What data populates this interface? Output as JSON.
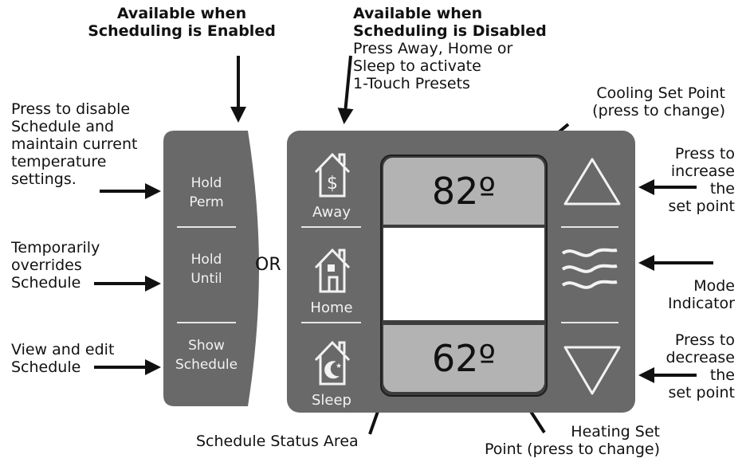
{
  "top_labels": {
    "enabled": [
      "Available when",
      "Scheduling is Enabled"
    ],
    "disabled_title": [
      "Available when",
      "Scheduling is Disabled"
    ],
    "disabled_desc": [
      "Press Away, Home or",
      "Sleep to activate",
      "1-Touch Presets"
    ]
  },
  "left_callouts": {
    "hold_perm": [
      "Press to disable",
      "Schedule and",
      "maintain current",
      "temperature",
      "settings."
    ],
    "hold_until": [
      "Temporarily",
      "overrides",
      "Schedule"
    ],
    "show_schedule": [
      "View and edit",
      "Schedule"
    ]
  },
  "schedule_panel": {
    "hold_perm": [
      "Hold",
      "Perm"
    ],
    "hold_until": [
      "Hold",
      "Until"
    ],
    "show_schedule": [
      "Show",
      "Schedule"
    ]
  },
  "or_label": "OR",
  "presets": {
    "away": "Away",
    "home": "Home",
    "sleep": "Sleep"
  },
  "display": {
    "cooling_set_point": "82º",
    "heating_set_point": "62º"
  },
  "right_callouts": {
    "cooling": [
      "Cooling Set Point",
      "(press to change)"
    ],
    "increase": [
      "Press to",
      "increase",
      "the",
      "set point"
    ],
    "mode": [
      "Mode",
      "Indicator"
    ],
    "decrease": [
      "Press to",
      "decrease",
      "the",
      "set point"
    ],
    "heating": [
      "Heating Set",
      "Point (press to change)"
    ],
    "schedule_status": "Schedule Status Area"
  },
  "colors": {
    "panel": "#696969",
    "screen": "#3d3d3d",
    "set_point_bg": "#b3b3b3",
    "status_bg": "#ffffff"
  }
}
